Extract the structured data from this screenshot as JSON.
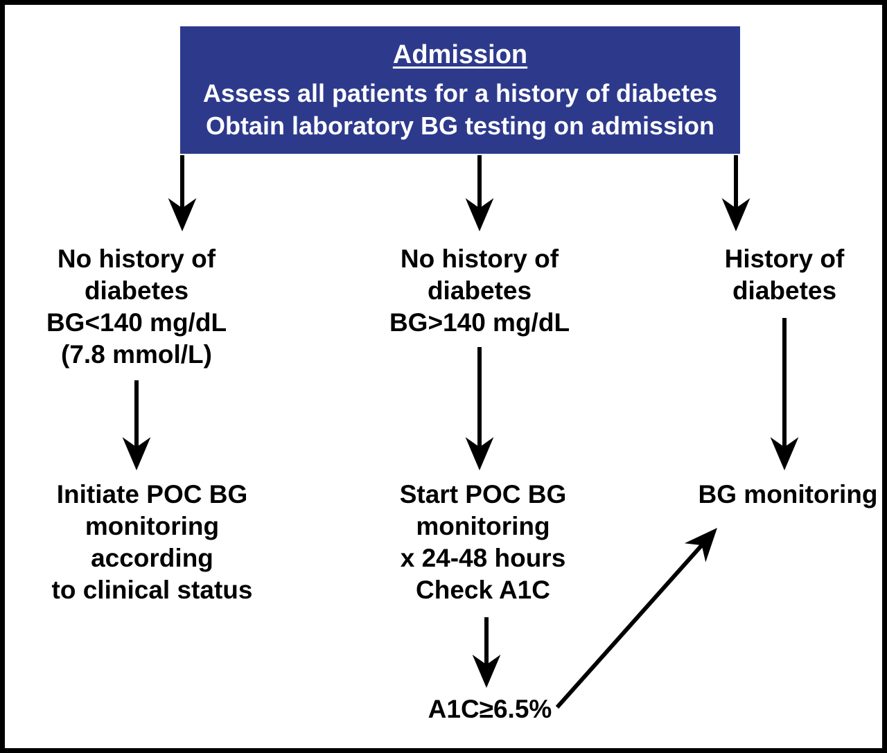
{
  "admission_box": {
    "title": "Admission",
    "lines": "Assess all patients for a history of diabetes\nObtain laboratory BG testing on admission"
  },
  "branches": {
    "left": {
      "condition": "No history of\ndiabetes\nBG<140 mg/dL\n(7.8 mmol/L)",
      "action": "Initiate POC BG\nmonitoring according\nto clinical status"
    },
    "middle": {
      "condition": "No history of\ndiabetes\nBG>140 mg/dL",
      "action": "Start POC BG\nmonitoring\nx 24-48 hours\nCheck A1C",
      "followup": "A1C≥6.5%"
    },
    "right": {
      "condition": "History of\ndiabetes",
      "action": "BG monitoring"
    }
  },
  "colors": {
    "box_background": "#2d3a8c",
    "box_text": "#ffffff",
    "text": "#000000",
    "arrow": "#000000",
    "frame_border": "#000000",
    "background": "#ffffff"
  }
}
